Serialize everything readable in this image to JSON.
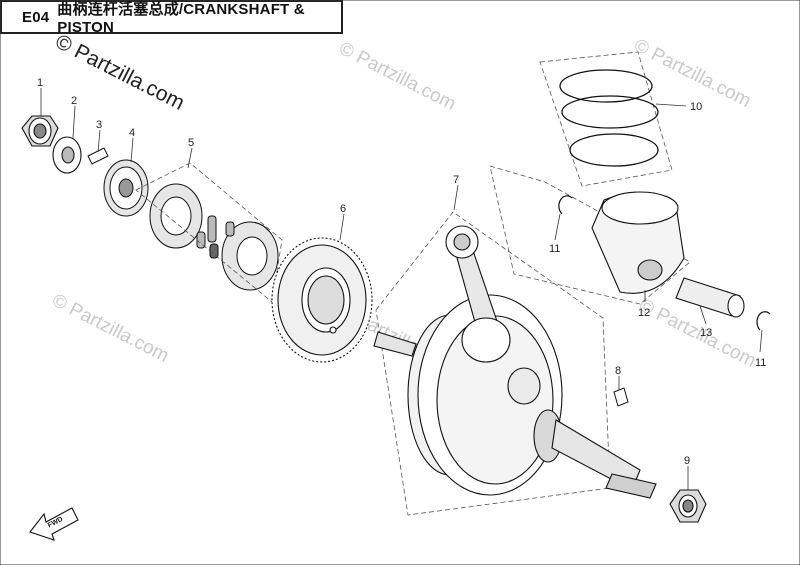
{
  "header": {
    "code": "E04",
    "title": "曲柄连杆活塞总成/CRANKSHAFT & PISTON"
  },
  "watermarks": {
    "primary": "© Partzilla.com",
    "faded": [
      "© Partzilla.com",
      "© Partzilla.com",
      "© Partzilla.com",
      "© Partzilla.com",
      "© Partzilla.com"
    ]
  },
  "callouts": [
    "1",
    "2",
    "3",
    "4",
    "5",
    "6",
    "7",
    "8",
    "9",
    "10",
    "11",
    "11",
    "12",
    "13"
  ],
  "fwd_label": "FWD"
}
